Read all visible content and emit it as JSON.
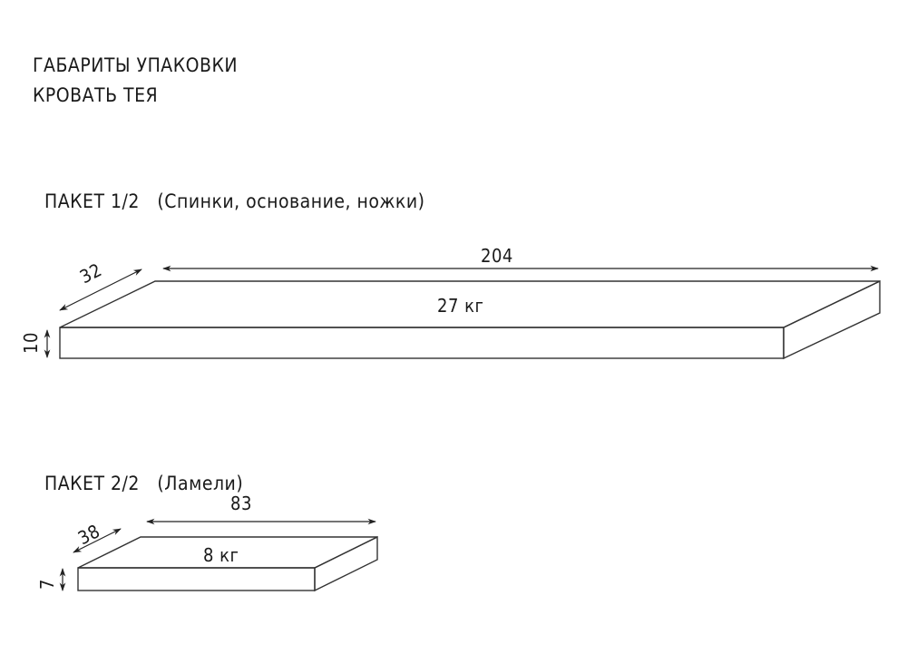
{
  "title": {
    "line1": "ГАБАРИТЫ УПАКОВКИ",
    "line2": "КРОВАТЬ ТЕЯ"
  },
  "packages": [
    {
      "label": "ПАКЕТ 1/2",
      "contents": "(Спинки, основание, ножки)",
      "length": "204",
      "depth": "32",
      "height": "10",
      "weight": "27 кг"
    },
    {
      "label": "ПАКЕТ 2/2",
      "contents": "(Ламели)",
      "length": "83",
      "depth": "38",
      "height": "7",
      "weight": "8 кг"
    }
  ],
  "colors": {
    "line": "#333333",
    "text": "#1a1a1a",
    "background": "#ffffff"
  }
}
